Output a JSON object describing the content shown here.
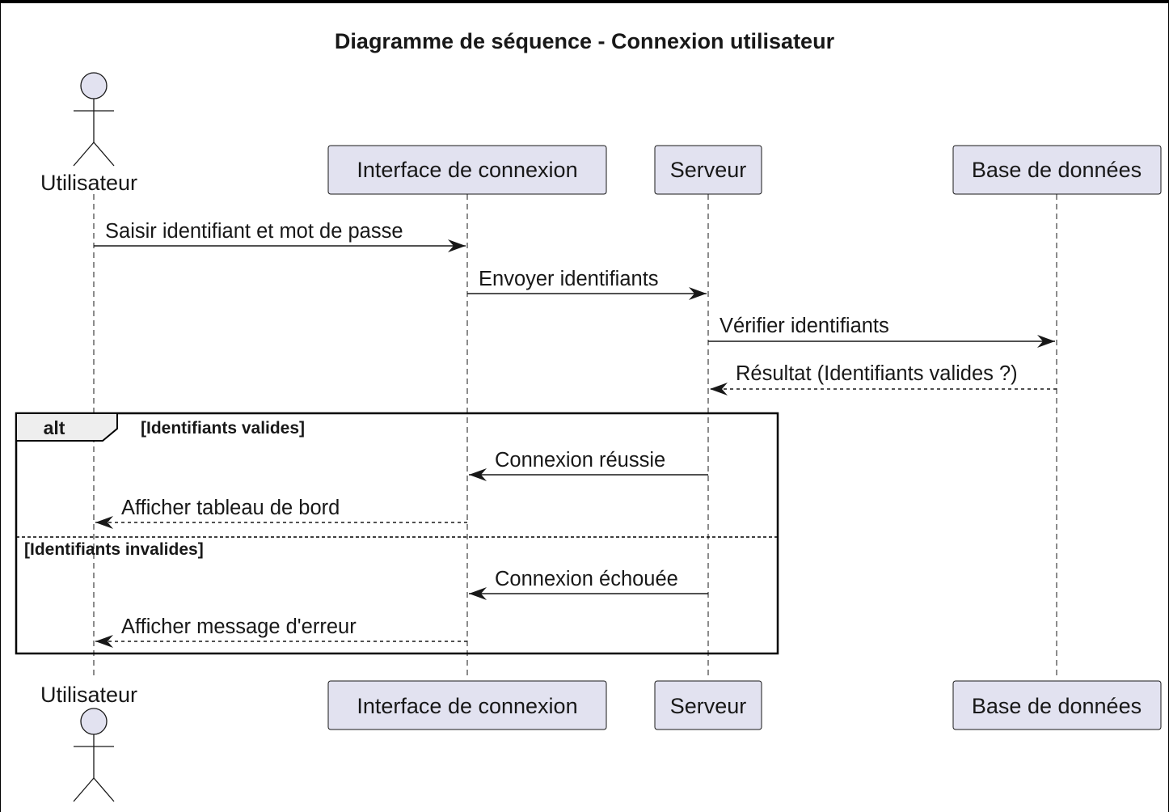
{
  "title": "Diagramme de séquence - Connexion utilisateur",
  "participants": [
    {
      "id": "user",
      "label": "Utilisateur",
      "kind": "actor"
    },
    {
      "id": "ui",
      "label": "Interface de connexion",
      "kind": "participant"
    },
    {
      "id": "server",
      "label": "Serveur",
      "kind": "participant"
    },
    {
      "id": "db",
      "label": "Base de données",
      "kind": "participant"
    }
  ],
  "messages": [
    {
      "label": "Saisir identifiant et mot de passe",
      "from": "user",
      "to": "ui",
      "style": "sync"
    },
    {
      "label": "Envoyer identifiants",
      "from": "ui",
      "to": "server",
      "style": "sync"
    },
    {
      "label": "Vérifier identifiants",
      "from": "server",
      "to": "db",
      "style": "sync"
    },
    {
      "label": "Résultat (Identifiants valides ?)",
      "from": "db",
      "to": "server",
      "style": "return"
    }
  ],
  "alt": {
    "keyword": "alt",
    "branches": [
      {
        "guard": "[Identifiants valides]",
        "messages": [
          {
            "label": "Connexion réussie",
            "from": "server",
            "to": "ui",
            "style": "sync"
          },
          {
            "label": "Afficher tableau de bord",
            "from": "ui",
            "to": "user",
            "style": "return"
          }
        ]
      },
      {
        "guard": "[Identifiants invalides]",
        "messages": [
          {
            "label": "Connexion échouée",
            "from": "server",
            "to": "ui",
            "style": "sync"
          },
          {
            "label": "Afficher message d'erreur",
            "from": "ui",
            "to": "user",
            "style": "return"
          }
        ]
      }
    ]
  },
  "colors": {
    "participant_fill": "#e2e2f0",
    "line": "#181818"
  }
}
